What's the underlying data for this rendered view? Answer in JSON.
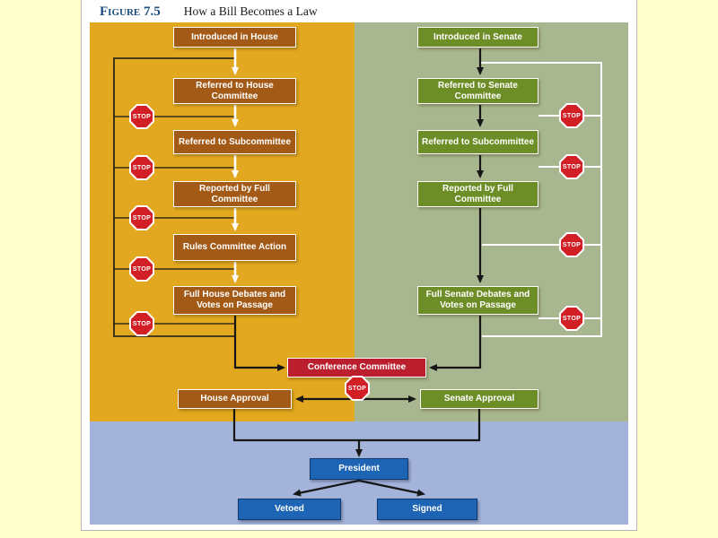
{
  "figure": {
    "label": "Figure 7.5",
    "title": "How a Bill Becomes a Law"
  },
  "stop_label": "STOP",
  "house": {
    "introduced": "Introduced in House",
    "referred_committee": "Referred to House Committee",
    "referred_subcommittee": "Referred to Subcommittee",
    "reported_full_committee": "Reported by Full Committee",
    "rules_committee": "Rules Committee Action",
    "debates": "Full House Debates and Votes on Passage",
    "approval": "House Approval"
  },
  "senate": {
    "introduced": "Introduced in Senate",
    "referred_committee": "Referred to Senate Committee",
    "referred_subcommittee": "Referred to Subcommittee",
    "reported_full_committee": "Reported by Full Committee",
    "debates": "Full Senate Debates and Votes on Passage",
    "approval": "Senate Approval"
  },
  "joint": {
    "conference": "Conference Committee",
    "president": "President",
    "vetoed": "Vetoed",
    "signed": "Signed"
  },
  "colors": {
    "house_region": "#e2a81f",
    "senate_region": "#a8b78f",
    "executive_region": "#a3b3d9",
    "house_node": "#a45a17",
    "senate_node": "#6d8d26",
    "conference_node": "#bb1f2e",
    "executive_node": "#1d64b4",
    "stop_sign": "#d21f26"
  }
}
